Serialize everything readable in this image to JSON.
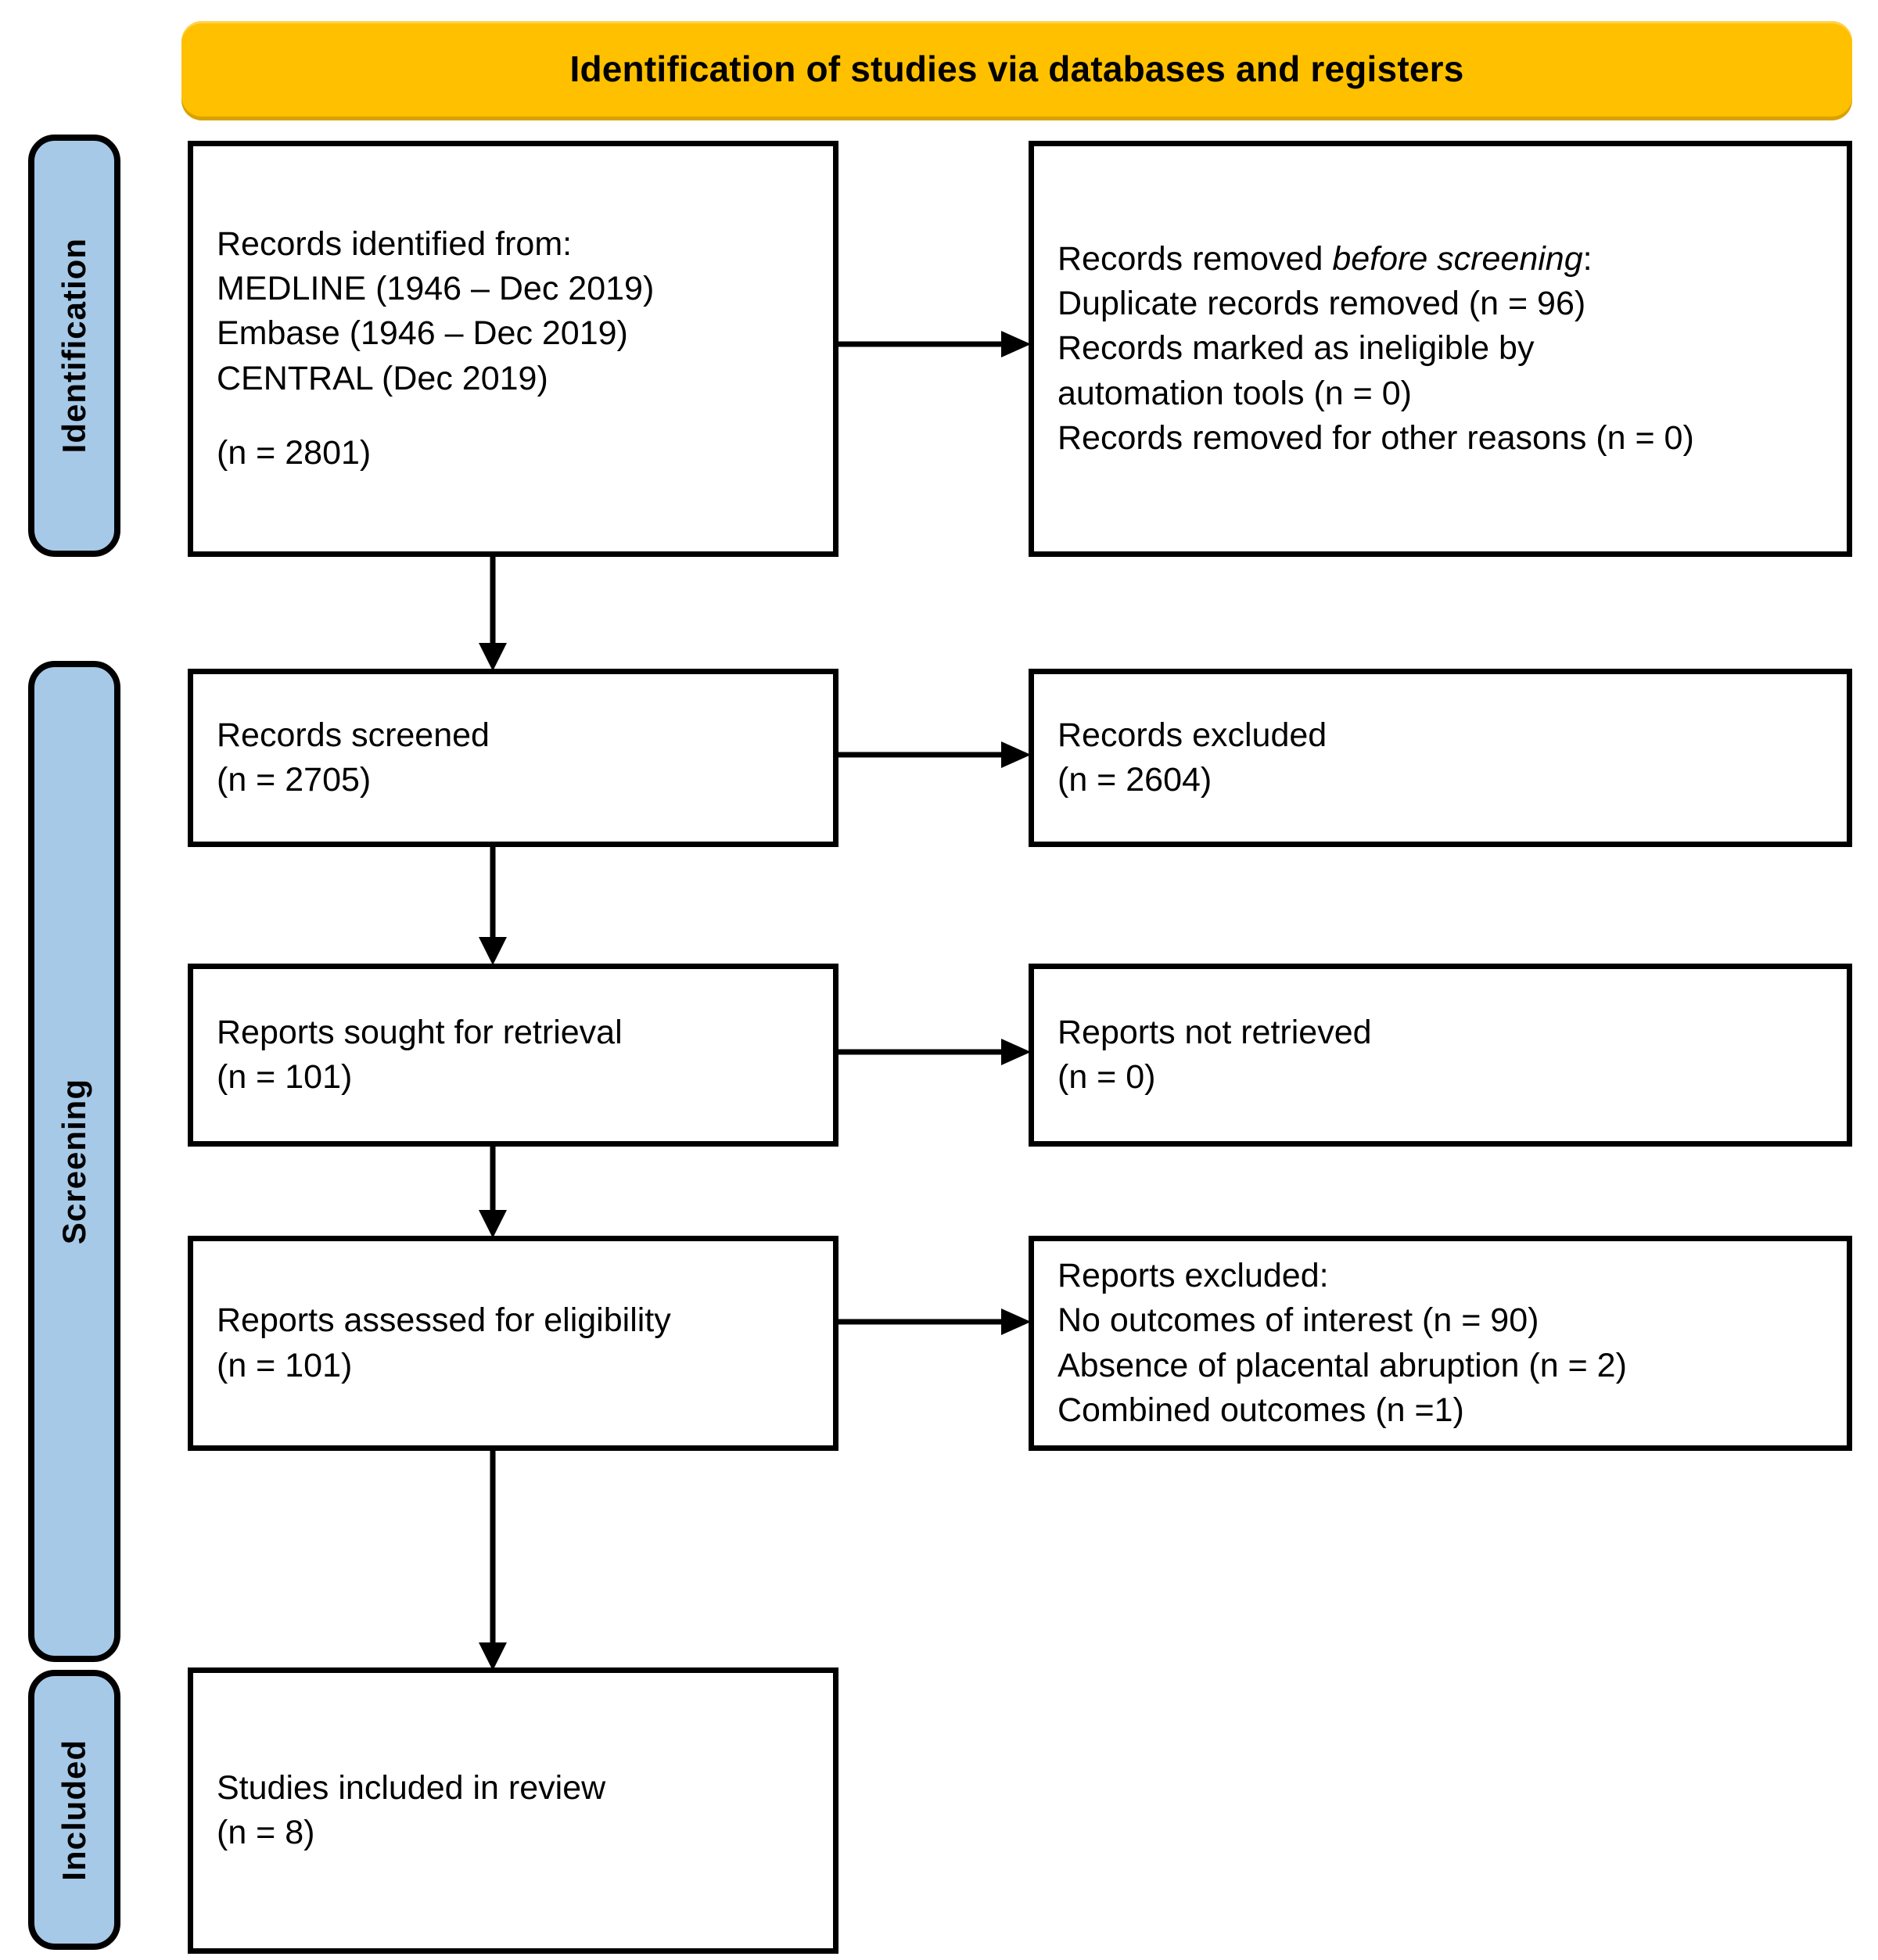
{
  "header": {
    "title": "Identification of studies via databases and registers",
    "background_color": "#FFC000"
  },
  "stages": [
    {
      "id": "identification",
      "label": "Identification",
      "color": "#A6C9E8"
    },
    {
      "id": "screening",
      "label": "Screening",
      "color": "#A6C9E8"
    },
    {
      "id": "included",
      "label": "Included",
      "color": "#A6C9E8"
    }
  ],
  "boxes": {
    "records_identified": {
      "name": "Records identified from",
      "lines": [
        "Records identified from:",
        "MEDLINE (1946 – Dec 2019)",
        "Embase (1946 – Dec 2019)",
        "CENTRAL (Dec 2019)",
        "",
        "(n = 2801)"
      ]
    },
    "records_removed": {
      "name": "Records removed before screening",
      "lines": [
        "Records removed before screening:",
        "Duplicate records removed (n = 96)",
        "Records marked as ineligible by",
        "automation tools (n = 0)",
        "Records removed for other reasons (n = 0)"
      ],
      "line0_prefix": "Records removed ",
      "line0_italic": "before screening",
      "line0_suffix": ":"
    },
    "records_screened": {
      "name": "Records screened",
      "lines": [
        "Records screened",
        "(n = 2705)"
      ]
    },
    "records_excluded": {
      "name": "Records excluded",
      "lines": [
        "Records excluded",
        "(n = 2604)"
      ]
    },
    "reports_sought": {
      "name": "Reports sought for retrieval",
      "lines": [
        "Reports sought for retrieval",
        "(n = 101)"
      ]
    },
    "reports_not_retrieved": {
      "name": "Reports not retrieved",
      "lines": [
        "Reports not retrieved",
        "(n = 0)"
      ]
    },
    "reports_assessed": {
      "name": "Reports assessed for eligibility",
      "lines": [
        "Reports assessed for eligibility",
        "(n = 101)"
      ]
    },
    "reports_excluded": {
      "name": "Reports excluded",
      "lines": [
        "Reports excluded:",
        "No outcomes of interest (n = 90)",
        "Absence of placental abruption (n = 2)",
        "Combined outcomes (n =1)"
      ]
    },
    "studies_included": {
      "name": "Studies included in review",
      "lines": [
        "Studies included in review",
        "(n = 8)"
      ]
    }
  },
  "chart_data": {
    "type": "flowchart",
    "title": "Identification of studies via databases and registers",
    "nodes": [
      {
        "id": "records_identified",
        "stage": "Identification",
        "column": "left",
        "n": 2801
      },
      {
        "id": "records_removed",
        "stage": "Identification",
        "column": "right",
        "duplicates_removed": 96,
        "ineligible_by_automation": 0,
        "removed_other_reasons": 0
      },
      {
        "id": "records_screened",
        "stage": "Screening",
        "column": "left",
        "n": 2705
      },
      {
        "id": "records_excluded",
        "stage": "Screening",
        "column": "right",
        "n": 2604
      },
      {
        "id": "reports_sought",
        "stage": "Screening",
        "column": "left",
        "n": 101
      },
      {
        "id": "reports_not_retrieved",
        "stage": "Screening",
        "column": "right",
        "n": 0
      },
      {
        "id": "reports_assessed",
        "stage": "Screening",
        "column": "left",
        "n": 101
      },
      {
        "id": "reports_excluded",
        "stage": "Screening",
        "column": "right",
        "no_outcomes_of_interest": 90,
        "absence_of_placental_abruption": 2,
        "combined_outcomes": 1
      },
      {
        "id": "studies_included",
        "stage": "Included",
        "column": "left",
        "n": 8
      }
    ],
    "edges": [
      {
        "from": "records_identified",
        "to": "records_removed",
        "direction": "right"
      },
      {
        "from": "records_identified",
        "to": "records_screened",
        "direction": "down"
      },
      {
        "from": "records_screened",
        "to": "records_excluded",
        "direction": "right"
      },
      {
        "from": "records_screened",
        "to": "reports_sought",
        "direction": "down"
      },
      {
        "from": "reports_sought",
        "to": "reports_not_retrieved",
        "direction": "right"
      },
      {
        "from": "reports_sought",
        "to": "reports_assessed",
        "direction": "down"
      },
      {
        "from": "reports_assessed",
        "to": "reports_excluded",
        "direction": "right"
      },
      {
        "from": "reports_assessed",
        "to": "studies_included",
        "direction": "down"
      }
    ]
  }
}
